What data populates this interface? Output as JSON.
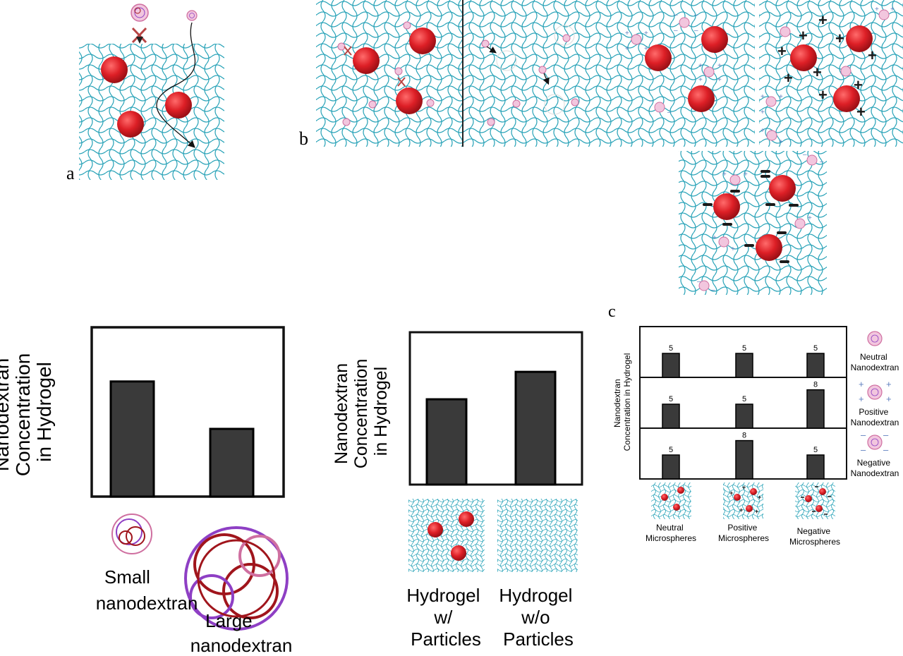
{
  "panel_labels": {
    "a": "a",
    "b": "b",
    "c": "c"
  },
  "colors": {
    "hydrogel_mesh": "#29a3b8",
    "microsphere_red": "#dd1f26",
    "bar_fill": "#3a3a3a",
    "nanodextran_pink": "#cf6fa0",
    "nanodextran_purple": "#8e3fc4",
    "nanodextran_dark_red": "#a0151c",
    "charge_plus_blue": "#5e7fbf",
    "charge_mark_black": "#1a1a1a"
  },
  "icons": {
    "blocked": "red-cross-icon",
    "diffusion_path": "curved-arrow-icon",
    "nanodextran": "nanodextran-ball-icon",
    "microsphere": "red-microsphere-icon",
    "plus": "plus-sign-icon",
    "minus": "minus-sign-icon"
  },
  "chart_data": [
    {
      "type": "bar",
      "ylabel": "Nanodextran Concentration in Hydrogel",
      "categories": [
        "Small nanodextran",
        "Large nanodextran"
      ],
      "values": [
        0.68,
        0.4
      ],
      "ylim": [
        0,
        1
      ],
      "grid": false
    },
    {
      "type": "bar",
      "ylabel": "Nanodextran Concentration in Hydrogel",
      "categories": [
        "Hydrogel w/ Particles",
        "Hydrogel w/o Particles"
      ],
      "values": [
        0.56,
        0.74
      ],
      "ylim": [
        0,
        1
      ],
      "grid": false
    },
    {
      "type": "bar",
      "ylabel": "Nanodextran Concentration in Hydrogel",
      "categories": [
        "Neutral Microspheres",
        "Positive Microspheres",
        "Negative Microspheres"
      ],
      "series": [
        {
          "name": "Neutral Nanodextran",
          "values": [
            5,
            5,
            5
          ]
        },
        {
          "name": "Positive Nanodextran",
          "values": [
            5,
            5,
            8
          ]
        },
        {
          "name": "Negative Nanodextran",
          "values": [
            5,
            8,
            5
          ]
        }
      ],
      "ylim": [
        0,
        10
      ],
      "grid": false
    }
  ],
  "labels": {
    "chart1_ylabel": [
      "Nanodextran",
      "Concentration",
      "in Hydrogel"
    ],
    "chart1_cat1": [
      "Small",
      "nanodextran"
    ],
    "chart1_cat2": [
      "Large",
      "nanodextran"
    ],
    "chart2_ylabel": [
      "Nanodextran",
      "Concentration",
      "in Hydrogel"
    ],
    "chart2_cat1": [
      "Hydrogel",
      "w/",
      "Particles"
    ],
    "chart2_cat2": [
      "Hydrogel",
      "w/o",
      "Particles"
    ],
    "chart3_ylabel": [
      "Nanodextran",
      "Concentration in Hydrogel"
    ],
    "chart3_cat1": [
      "Neutral",
      "Microspheres"
    ],
    "chart3_cat2": [
      "Positive",
      "Microspheres"
    ],
    "chart3_cat3": [
      "Negative",
      "Microspheres"
    ],
    "chart3_row1": [
      "Neutral",
      "Nanodextran"
    ],
    "chart3_row2": [
      "Positive",
      "Nanodextran"
    ],
    "chart3_row3": [
      "Negative",
      "Nanodextran"
    ]
  }
}
